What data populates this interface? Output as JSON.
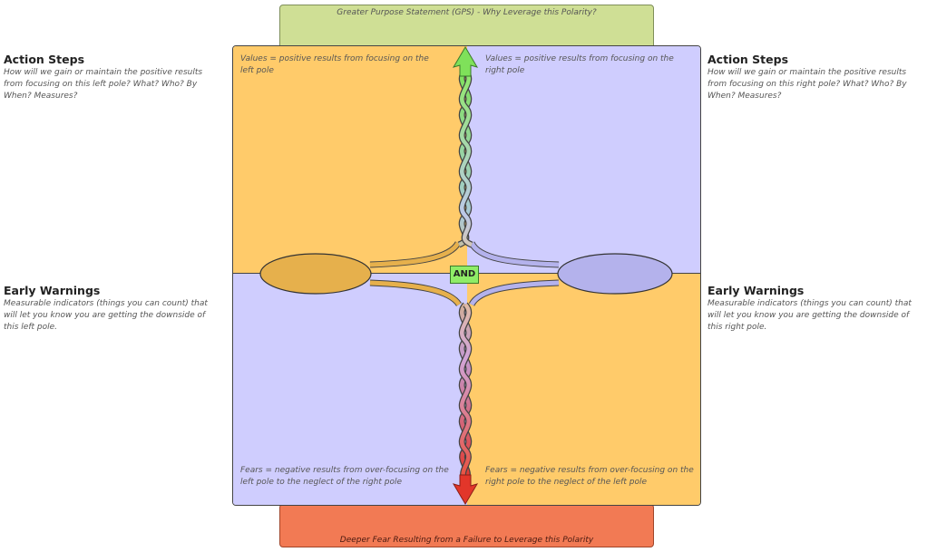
{
  "gps_text": "Greater Purpose Statement (GPS) - Why Leverage this Polarity?",
  "fear_text": "Deeper Fear Resulting from a Failure to Leverage this Polarity",
  "quadrants": {
    "top_left": "Values = positive results from focusing on the left pole",
    "top_right": "Values = positive results from focusing on the right pole",
    "bottom_left": "Fears = negative results from over-focusing on the left pole to the neglect of the right pole",
    "bottom_right": "Fears = negative results from over-focusing on the right pole to the neglect of the left pole"
  },
  "left": {
    "action_title": "Action Steps",
    "action_text": "How will we gain or maintain the positive results from focusing on this left pole? What? Who? By When? Measures?",
    "warning_title": "Early Warnings",
    "warning_text": "Measurable indicators (things you can count) that will let you know you are getting the downside of this left pole."
  },
  "right": {
    "action_title": "Action Steps",
    "action_text": "How will we gain or maintain the positive results from focusing on this right pole? What? Who? By When? Measures?",
    "warning_title": "Early Warnings",
    "warning_text": "Measurable indicators (things you can count) that will let you know you are getting the downside of this right pole."
  },
  "and_label": "AND",
  "colors": {
    "gps": "#cfdf95",
    "fear": "#f27a54",
    "orange_quadrant": "#ffcb6a",
    "purple_quadrant": "#cfcdfe",
    "left_pole": "#e6b04c",
    "right_pole": "#b4b2ec",
    "arrow_up": "#7fe15a",
    "arrow_down": "#e2362a"
  }
}
